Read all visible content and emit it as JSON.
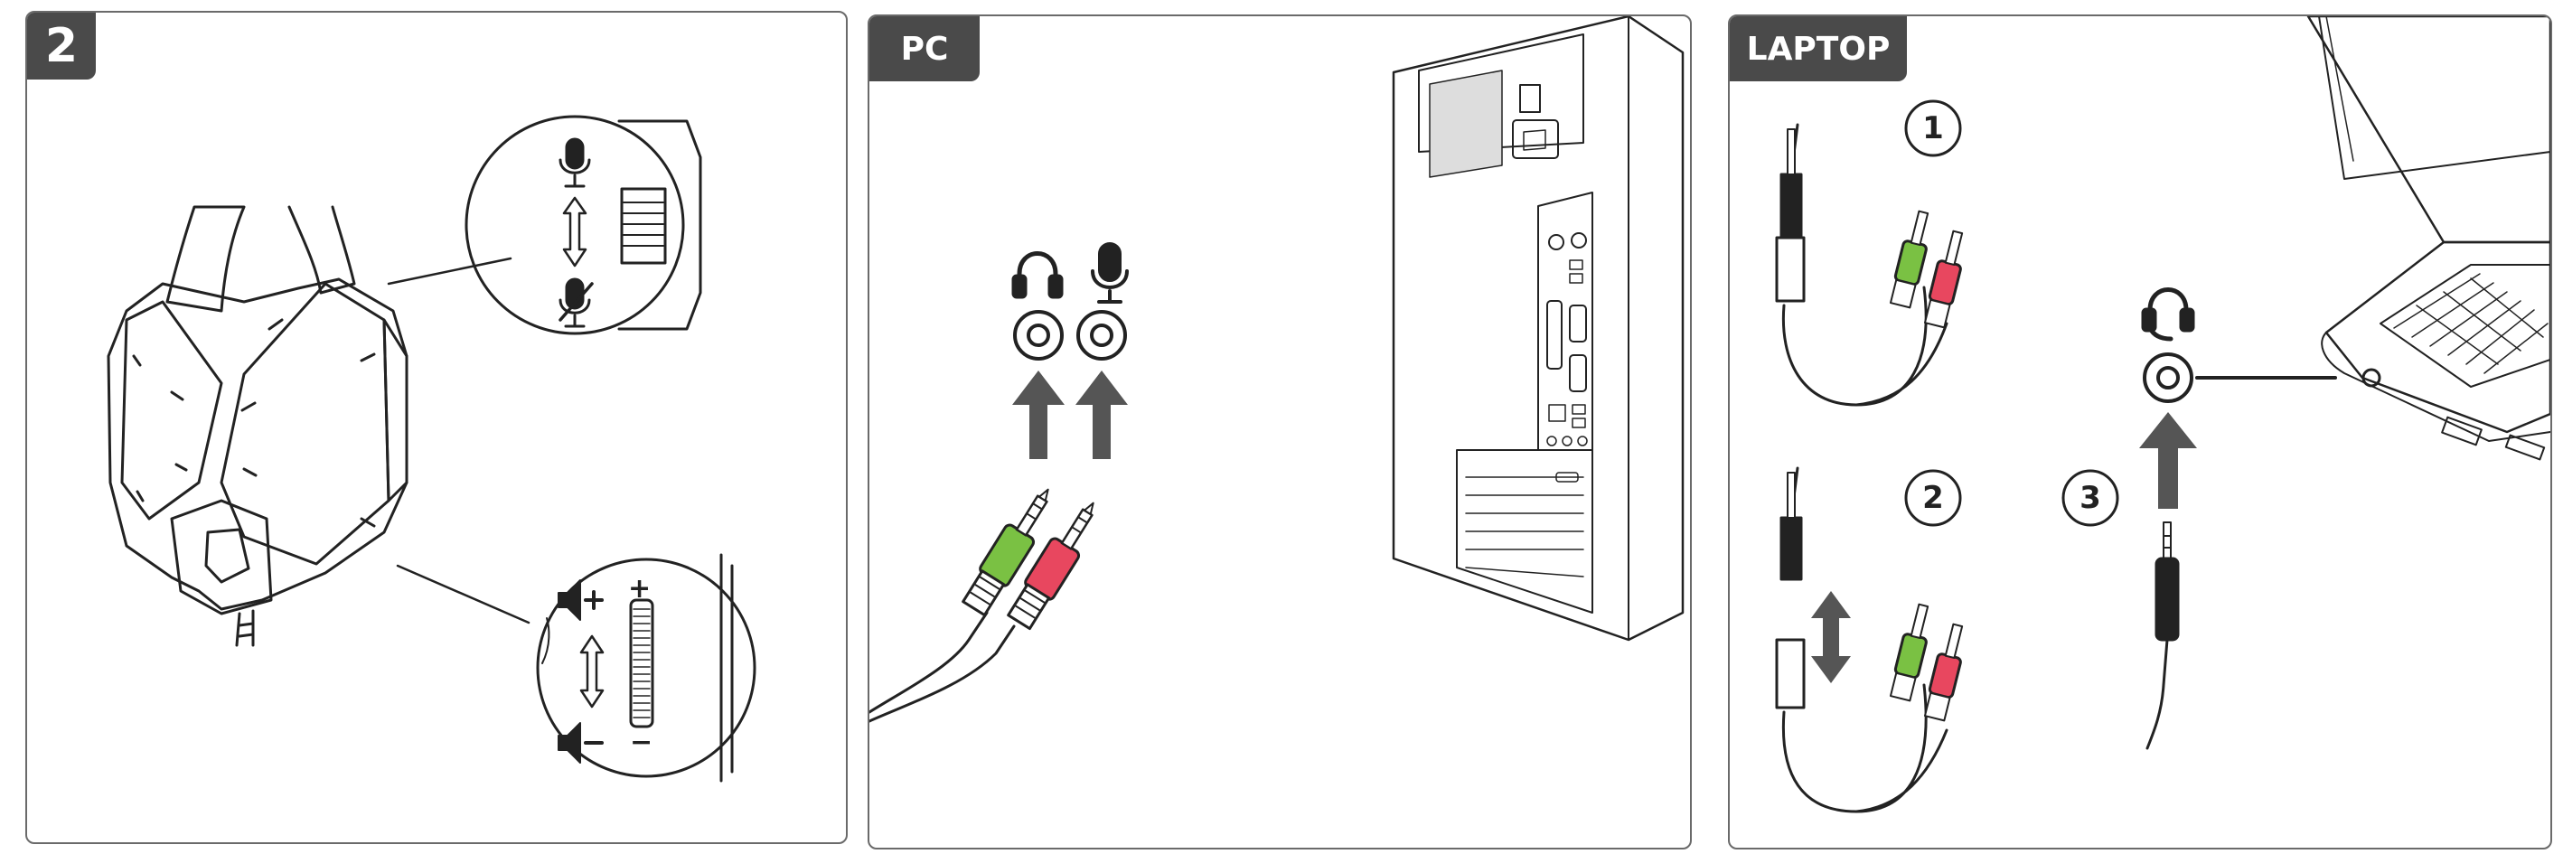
{
  "panels": {
    "p1": {
      "tag": "2"
    },
    "p2": {
      "tag": "PC"
    },
    "p3": {
      "tag": "LAPTOP"
    }
  },
  "steps": {
    "s1": "1",
    "s2": "2",
    "s3": "3"
  },
  "volume": {
    "plus": "+",
    "minus": "−"
  },
  "colors": {
    "line": "#222222",
    "tag_bg": "#4a4a4a",
    "green_plug": "#7ac143",
    "red_plug": "#e8475f",
    "arrow": "#555555"
  },
  "icons": [
    "microphone-icon",
    "mic-mute-icon",
    "speaker-plus-icon",
    "speaker-minus-icon",
    "headphones-icon",
    "headset-icon",
    "arrow-up-icon",
    "double-arrow-icon"
  ]
}
